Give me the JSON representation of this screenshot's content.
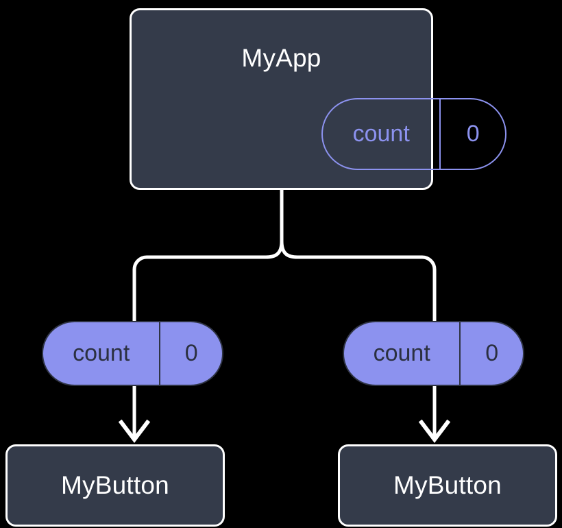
{
  "diagram": {
    "title": "MyApp component tree with count state passed as prop to MyButton children",
    "background_color": "#000000",
    "node_fill": "#343b4a",
    "node_border": "#ffffff",
    "accent_color": "#8c92ef",
    "wire_color": "#ffffff",
    "pill_text_dark": "#2b3040"
  },
  "root": {
    "name": "MyApp",
    "state_pill": {
      "key": "count",
      "value": "0"
    }
  },
  "edges": {
    "left_branch_label": "",
    "right_branch_label": ""
  },
  "children": [
    {
      "prop_pill": {
        "key": "count",
        "value": "0"
      },
      "name": "MyButton"
    },
    {
      "prop_pill": {
        "key": "count",
        "value": "0"
      },
      "name": "MyButton"
    }
  ]
}
